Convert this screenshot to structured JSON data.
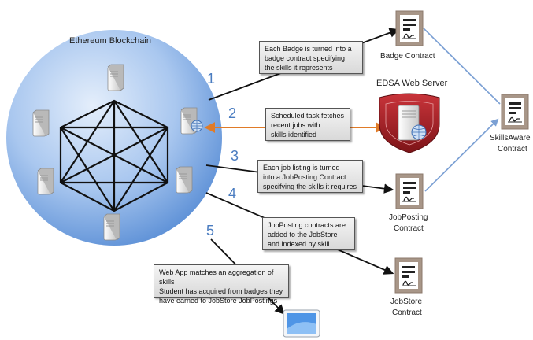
{
  "blockchain": {
    "title": "Ethereum Blockchain"
  },
  "web_server": {
    "title": "EDSA Web Server"
  },
  "steps": [
    "1",
    "2",
    "3",
    "4",
    "5"
  ],
  "callouts": {
    "step1": "Each Badge is turned into a\nbadge contract specifying\nthe skills it represents",
    "step2": "Scheduled task fetches\nrecent jobs with\nskills identified",
    "step3": "Each job listing is turned\ninto a JobPosting Contract\nspecifying the skills it requires",
    "step4": "JobPosting contracts are\nadded to the JobStore\nand indexed by skill",
    "step5": "Web App matches an aggregation of skills\nStudent has acquired from badges they\nhave earned to JobStore JobPostings"
  },
  "contracts": {
    "badge": "Badge Contract",
    "jobposting_line1": "JobPosting",
    "jobposting_line2": "Contract",
    "jobstore_line1": "JobStore",
    "jobstore_line2": "Contract",
    "skillsaware_line1": "SkillsAware",
    "skillsaware_line2": "Contract"
  },
  "colors": {
    "sphere_light": "#d6e6f8",
    "sphere_dark": "#5b8fd6",
    "step_number": "#4a7cc0",
    "contract_frame": "#a89688",
    "shield": "#b3262b",
    "arrow_orange": "#e07b28",
    "link_blue": "#7ba0d4"
  }
}
